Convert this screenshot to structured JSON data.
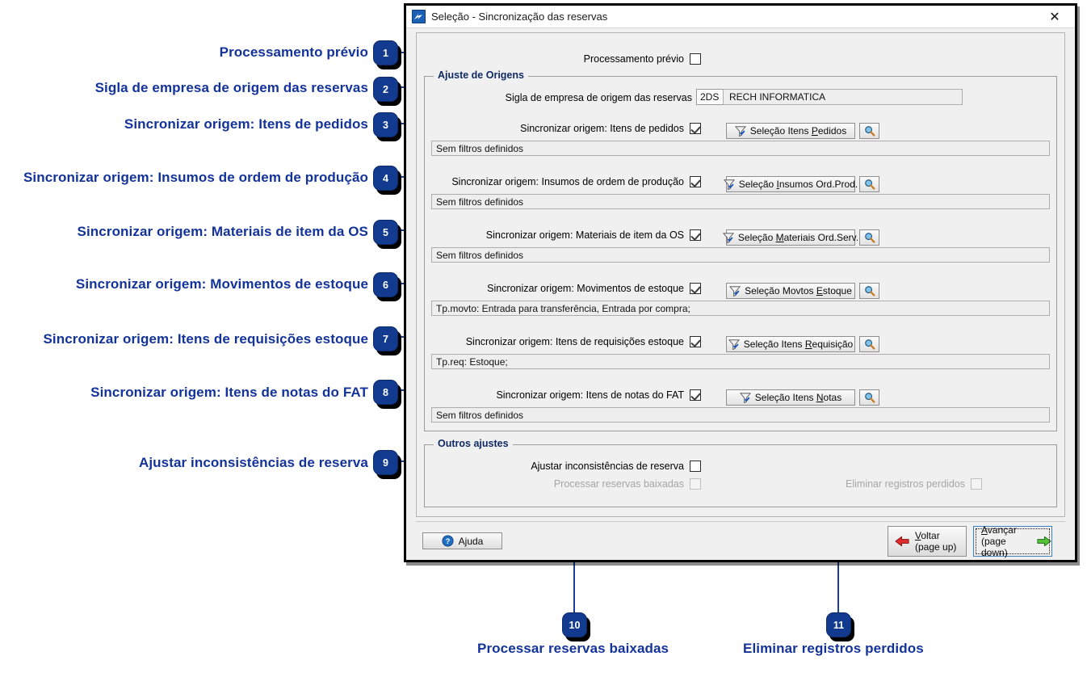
{
  "window": {
    "title": "Seleção - Sincronização das reservas",
    "app_icon": "app-arrow-icon",
    "close_icon": "close-icon"
  },
  "top": {
    "processamento_previo_label": "Processamento prévio",
    "processamento_previo_checked": false
  },
  "ajuste_origens": {
    "legend": "Ajuste de Origens",
    "sigla_label": "Sigla de empresa de origem das reservas",
    "sigla_code": "2DS",
    "sigla_name": "RECH INFORMATICA",
    "rows": [
      {
        "label": "Sincronizar origem: Itens de pedidos",
        "checked": true,
        "button_pre": "Seleção Itens ",
        "button_accel": "P",
        "button_post": "edidos",
        "filter": "Sem filtros definidos"
      },
      {
        "label": "Sincronizar origem: Insumos de ordem de produção",
        "checked": true,
        "button_pre": "Seleção ",
        "button_accel": "I",
        "button_post": "nsumos Ord.Prod.",
        "filter": "Sem filtros definidos"
      },
      {
        "label": "Sincronizar origem: Materiais de item da OS",
        "checked": true,
        "button_pre": "Seleção ",
        "button_accel": "M",
        "button_post": "ateriais Ord.Serv.",
        "filter": "Sem filtros definidos"
      },
      {
        "label": "Sincronizar origem: Movimentos de estoque",
        "checked": true,
        "button_pre": "Seleção Movtos ",
        "button_accel": "E",
        "button_post": "stoque",
        "filter": "Tp.movto: Entrada para transferência, Entrada por compra;"
      },
      {
        "label": "Sincronizar origem: Itens de requisições estoque",
        "checked": true,
        "button_pre": "Seleção Itens ",
        "button_accel": "R",
        "button_post": "equisição",
        "filter": "Tp.req: Estoque;"
      },
      {
        "label": "Sincronizar origem: Itens de notas do FAT",
        "checked": true,
        "button_pre": "Seleção Itens ",
        "button_accel": "N",
        "button_post": "otas",
        "filter": "Sem filtros definidos"
      }
    ]
  },
  "outros_ajustes": {
    "legend": "Outros ajustes",
    "ajustar_label": "Ajustar inconsistências de reserva",
    "ajustar_checked": false,
    "processar_label": "Processar reservas baixadas",
    "processar_checked": false,
    "processar_disabled": true,
    "eliminar_label": "Eliminar registros perdidos",
    "eliminar_checked": false,
    "eliminar_disabled": true
  },
  "footer": {
    "help_label": "Ajuda",
    "help_accel": "j",
    "help_pre": "A",
    "help_post": "uda",
    "back_label": "Voltar",
    "back_accel": "V",
    "back_post": "oltar",
    "back_sub": "(page up)",
    "next_pre": "",
    "next_accel": "A",
    "next_post": "vançar",
    "next_label": "Avançar",
    "next_sub": "(page down)"
  },
  "callouts": [
    {
      "n": "1",
      "text": "Processamento prévio"
    },
    {
      "n": "2",
      "text": "Sigla de empresa de origem das reservas"
    },
    {
      "n": "3",
      "text": "Sincronizar origem: Itens de pedidos"
    },
    {
      "n": "4",
      "text": "Sincronizar origem: Insumos de ordem de produção"
    },
    {
      "n": "5",
      "text": "Sincronizar origem: Materiais de item da OS"
    },
    {
      "n": "6",
      "text": "Sincronizar origem: Movimentos de estoque"
    },
    {
      "n": "7",
      "text": "Sincronizar origem: Itens de requisições estoque"
    },
    {
      "n": "8",
      "text": "Sincronizar origem: Itens de notas do FAT"
    },
    {
      "n": "9",
      "text": "Ajustar inconsistências de reserva"
    },
    {
      "n": "10",
      "text": "Processar reservas baixadas"
    },
    {
      "n": "11",
      "text": "Eliminar registros perdidos"
    }
  ],
  "colors": {
    "annotation_blue": "#13339a",
    "badge_blue": "#123a8f",
    "legend_navy": "#102a63",
    "window_bg": "#f0f0f0"
  }
}
